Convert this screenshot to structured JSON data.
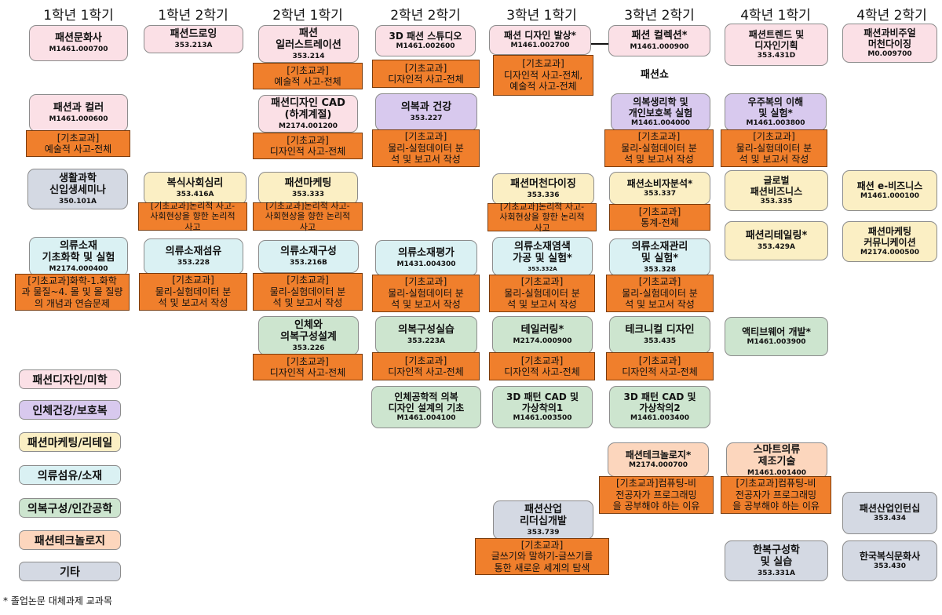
{
  "semesters": [
    "1학년 1학기",
    "1학년 2학기",
    "2학년 1학기",
    "2학년 2학기",
    "3학년 1학기",
    "3학년 2학기",
    "4학년 1학기",
    "4학년 2학기"
  ],
  "courses": {
    "c1": {
      "name": "패션문화사",
      "code": "M1461.000700"
    },
    "c2": {
      "name": "패션과 컬러",
      "code": "M1461.000600"
    },
    "c3": {
      "name": "생활과학\n신입생세미나",
      "code": "350.101A"
    },
    "c4": {
      "name": "의류소재\n기초화학 및 실험",
      "code": "M2174.000400"
    },
    "c5": {
      "name": "패션드로잉",
      "code": "353.213A"
    },
    "c6": {
      "name": "복식사회심리",
      "code": "353.416A"
    },
    "c7": {
      "name": "의류소재섬유",
      "code": "353.228"
    },
    "c8": {
      "name": "패션\n일러스트레이션",
      "code": "353.214"
    },
    "c9": {
      "name": "패션디자인 CAD\n(하계계절)",
      "code": "M2174.001200"
    },
    "c10": {
      "name": "패션마케팅",
      "code": "353.333"
    },
    "c11": {
      "name": "의류소재구성",
      "code": "353.216B"
    },
    "c12": {
      "name": "인체와\n의복구성설계",
      "code": "353.226"
    },
    "c13": {
      "name": "3D 패션 스튜디오",
      "code": "M1461.002600"
    },
    "c14": {
      "name": "의복과 건강",
      "code": "353.227"
    },
    "c15": {
      "name": "의류소재평가",
      "code": "M1431.004300"
    },
    "c16": {
      "name": "의복구성실습",
      "code": "353.223A"
    },
    "c17": {
      "name": "인체공학적 의복\n디자인 설계의 기초",
      "code": "M1461.004100"
    },
    "c18": {
      "name": "패션 디자인 발상*",
      "code": "M1461.002700"
    },
    "c19": {
      "name": "패션머천다이징",
      "code": "353.336"
    },
    "c20": {
      "name": "의류소재염색\n가공 및 실험*",
      "code": "353.332A"
    },
    "c21": {
      "name": "테일러링*",
      "code": "M2174.000900"
    },
    "c22": {
      "name": "3D 패턴 CAD 및\n가상착의1",
      "code": "M1461.003500"
    },
    "c23": {
      "name": "패션산업\n리더십개발",
      "code": "353.739"
    },
    "c24": {
      "name": "패션 컬렉션*",
      "code": "M1461.000900"
    },
    "c25": {
      "name": "의복생리학 및\n개인보호복 실험",
      "code": "M1461.004000"
    },
    "c26": {
      "name": "패션소비자분석*",
      "code": "353.337"
    },
    "c27": {
      "name": "의류소재관리\n및 실험*",
      "code": "353.328"
    },
    "c28": {
      "name": "테크니컬 디자인",
      "code": "353.435"
    },
    "c29": {
      "name": "3D 패턴 CAD 및\n가상착의2",
      "code": "M1461.003400"
    },
    "c30": {
      "name": "패션테크놀로지*",
      "code": "M2174.000700"
    },
    "c31": {
      "name": "패션트렌드 및\n디자인기획",
      "code": "353.431D"
    },
    "c32": {
      "name": "우주복의 이해\n및 실험*",
      "code": "M1461.003800"
    },
    "c33": {
      "name": "글로벌\n패션비즈니스",
      "code": "353.335"
    },
    "c34": {
      "name": "패션리테일링*",
      "code": "353.429A"
    },
    "c35": {
      "name": "액티브웨어 개발*",
      "code": "M1461.003900"
    },
    "c36": {
      "name": "스마트의류\n제조기술",
      "code": "M1461.001400"
    },
    "c37": {
      "name": "한복구성학\n및 실습",
      "code": "353.331A"
    },
    "c38": {
      "name": "패션과비주얼\n머천다이징",
      "code": "M0.009700"
    },
    "c39": {
      "name": "패션 e-비즈니스",
      "code": "M1461.000100"
    },
    "c40": {
      "name": "패션마케팅\n커뮤니케이션",
      "code": "M2174.000500"
    },
    "c41": {
      "name": "패션산업인턴십",
      "code": "353.434"
    },
    "c42": {
      "name": "한국복식문화사",
      "code": "353.430"
    }
  },
  "tags": {
    "t2": "[기초교과]\n예술적 사고-전체",
    "t4": "[기초교과]화학-1.화학\n과 물질~4. 몰 및 몰 질량\n의 개념과 연습문제",
    "t6": "[기초교과]논리적 사고-\n사회현상을 향한 논리적\n사고",
    "t7": "[기초교과]\n물리-실험데이터 분\n석 및 보고서 작성",
    "t8": "[기초교과]\n예술적 사고-전체",
    "t9": "[기초교과]\n디자인적 사고-전체",
    "t10": "[기초교과]논리적 사고-\n사회현상을 향한 논리적\n사고",
    "t11": "[기초교과]\n물리-실험데이터 분\n석 및 보고서 작성",
    "t12": "[기초교과]\n디자인적 사고-전체",
    "t13": "[기초교과]\n디자인적 사고-전체",
    "t14": "[기초교과]\n물리-실험데이터 분\n석 및 보고서 작성",
    "t15": "[기초교과]\n물리-실험데이터 분\n석 및 보고서 작성",
    "t16": "[기초교과]\n디자인적 사고-전체",
    "t18": "[기초교과]\n디자인적 사고-전체,\n예술적 사고-전체",
    "t19": "[기초교과]논리적 사고-\n사회현상을 향한 논리적\n사고",
    "t20": "[기초교과]\n물리-실험데이터 분\n석 및 보고서 작성",
    "t21": "[기초교과]\n디자인적 사고-전체",
    "t23": "[기초교과]\n글쓰기와 말하기-글쓰기를\n통한 새로운 세계의 탐색",
    "t25": "[기초교과]\n물리-실험데이터 분\n석 및 보고서 작성",
    "t26": "[기초교과]\n통계-전체",
    "t27": "[기초교과]\n물리-실험데이터 분\n석 및 보고서 작성",
    "t28": "[기초교과]\n디자인적 사고-전체",
    "t30": "[기초교과]컴퓨팅-비\n전공자가 프로그래밍\n을 공부해야 하는 이유",
    "t32": "[기초교과]\n물리-실험데이터 분\n석 및 보고서 작성",
    "t36": "[기초교과]컴퓨팅-비\n전공자가 프로그래밍\n을 공부해야 하는 이유"
  },
  "fashion_show_label": "패션쇼",
  "legend": [
    "패션디자인/미학",
    "인체건강/보호복",
    "패션마케팅/리테일",
    "의류섬유/소재",
    "의복구성/인간공학",
    "패션테크놀로지",
    "기타"
  ],
  "colors": {
    "pink": "#fbe0e6",
    "purple": "#d8c9ee",
    "yellow": "#fbefc4",
    "cyan": "#daf1f3",
    "green": "#cde5cf",
    "peach": "#fcd6bd",
    "gray": "#d4d9e3",
    "tag": "#f07f2c"
  },
  "footnote": "* 졸업논문 대체과제 교과목"
}
